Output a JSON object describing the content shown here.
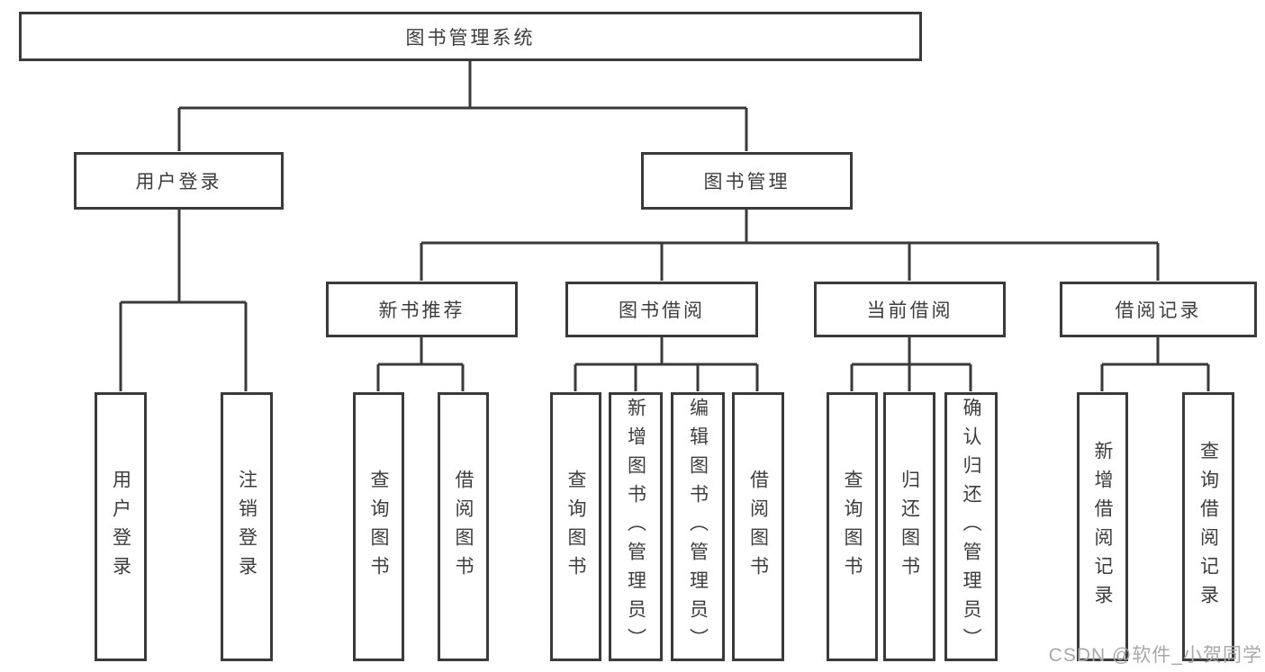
{
  "colors": {
    "line": "#3a3a3a",
    "border": "#3a3a3a",
    "text": "#3d3d3d",
    "watermark": "#a8a8a8",
    "background": "#ffffff"
  },
  "nodes": {
    "root": {
      "label": "图书管理系统"
    },
    "level2": [
      {
        "label": "用户登录"
      },
      {
        "label": "图书管理"
      }
    ],
    "level3": [
      {
        "label": "新书推荐",
        "parent": "图书管理"
      },
      {
        "label": "图书借阅",
        "parent": "图书管理"
      },
      {
        "label": "当前借阅",
        "parent": "图书管理"
      },
      {
        "label": "借阅记录",
        "parent": "图书管理"
      }
    ],
    "leaves": [
      {
        "label": "用户登录",
        "parent": "用户登录"
      },
      {
        "label": "注销登录",
        "parent": "用户登录"
      },
      {
        "label": "查询图书",
        "parent": "新书推荐"
      },
      {
        "label": "借阅图书",
        "parent": "新书推荐"
      },
      {
        "label": "查询图书",
        "parent": "图书借阅"
      },
      {
        "label": "新增图书（管理员）",
        "parent": "图书借阅"
      },
      {
        "label": "编辑图书（管理员）",
        "parent": "图书借阅"
      },
      {
        "label": "借阅图书",
        "parent": "图书借阅"
      },
      {
        "label": "查询图书",
        "parent": "当前借阅"
      },
      {
        "label": "归还图书",
        "parent": "当前借阅"
      },
      {
        "label": "确认归还（管理员）",
        "parent": "当前借阅"
      },
      {
        "label": "新增借阅记录",
        "parent": "借阅记录"
      },
      {
        "label": "查询借阅记录",
        "parent": "借阅记录"
      }
    ]
  },
  "watermark": {
    "text": "CSDN @软件_小贺同学"
  }
}
